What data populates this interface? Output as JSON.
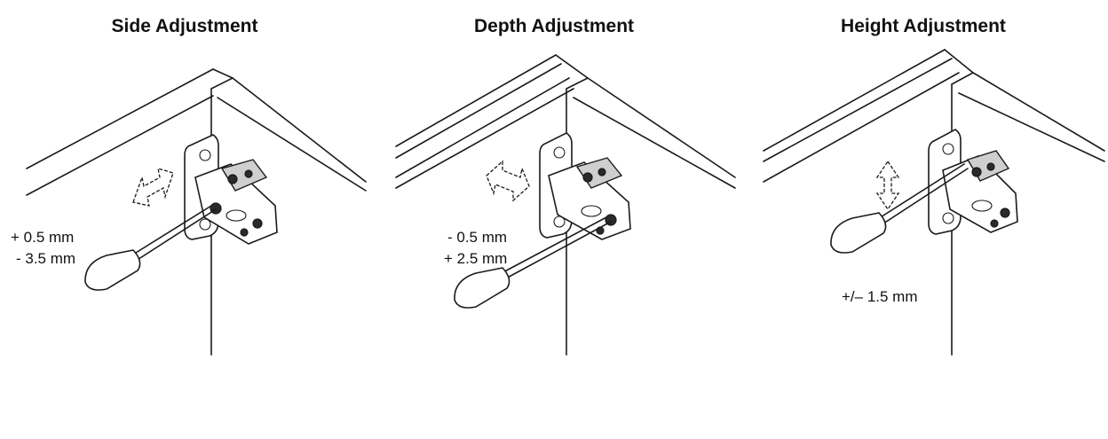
{
  "panels": [
    {
      "title": "Side Adjustment",
      "labels": [
        "+ 0.5 mm",
        "- 3.5 mm"
      ],
      "icons": [
        "hinge-icon",
        "screwdriver-icon",
        "horizontal-arrow-icon"
      ]
    },
    {
      "title": "Depth Adjustment",
      "labels": [
        "- 0.5 mm",
        "+ 2.5 mm"
      ],
      "icons": [
        "hinge-icon",
        "screwdriver-icon",
        "horizontal-arrow-icon"
      ]
    },
    {
      "title": "Height Adjustment",
      "labels": [
        "+/– 1.5 mm"
      ],
      "icons": [
        "hinge-icon",
        "screwdriver-icon",
        "vertical-arrow-icon"
      ]
    }
  ]
}
